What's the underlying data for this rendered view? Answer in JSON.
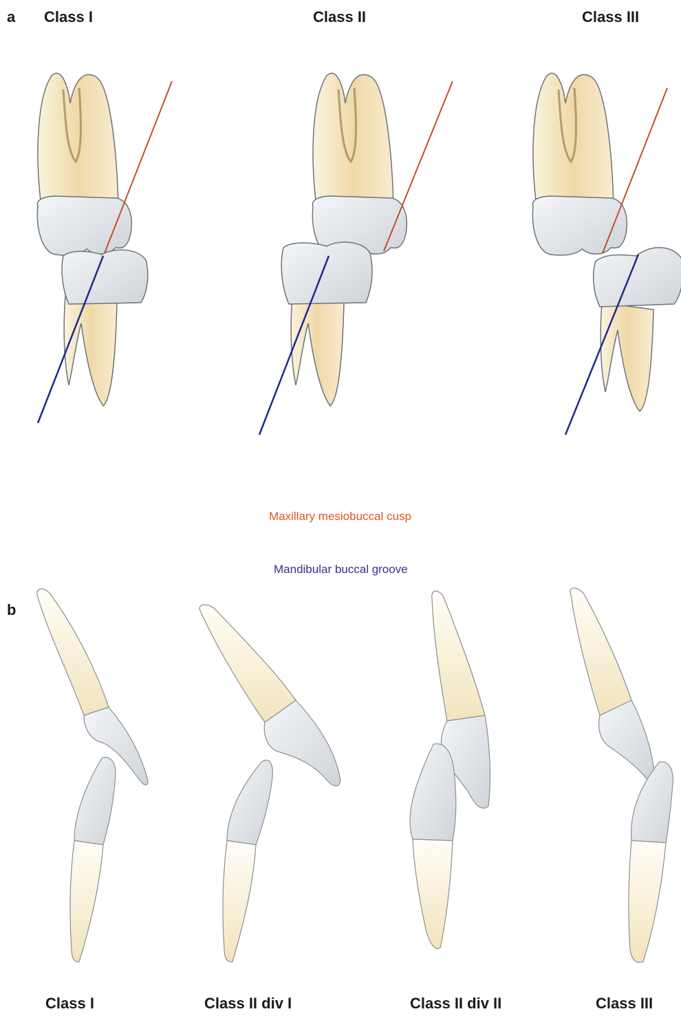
{
  "panel_a": {
    "letter": "a",
    "titles": [
      "Class I",
      "Class II",
      "Class III"
    ],
    "legend": {
      "maxillary": "Maxillary mesiobuccal cusp",
      "mandibular": "Mandibular buccal groove"
    },
    "colors": {
      "maxillary_line": "#c0502a",
      "mandibular_line": "#1f2a8c",
      "maxillary_text": "#e0552a",
      "mandibular_text": "#3a2d8f"
    }
  },
  "panel_b": {
    "letter": "b",
    "titles": [
      "Class I",
      "Class II div I",
      "Class II div II",
      "Class III"
    ]
  },
  "colors": {
    "root": "#f0ddb0",
    "crown": "#e6e9ec",
    "outline": "#6e7378"
  }
}
